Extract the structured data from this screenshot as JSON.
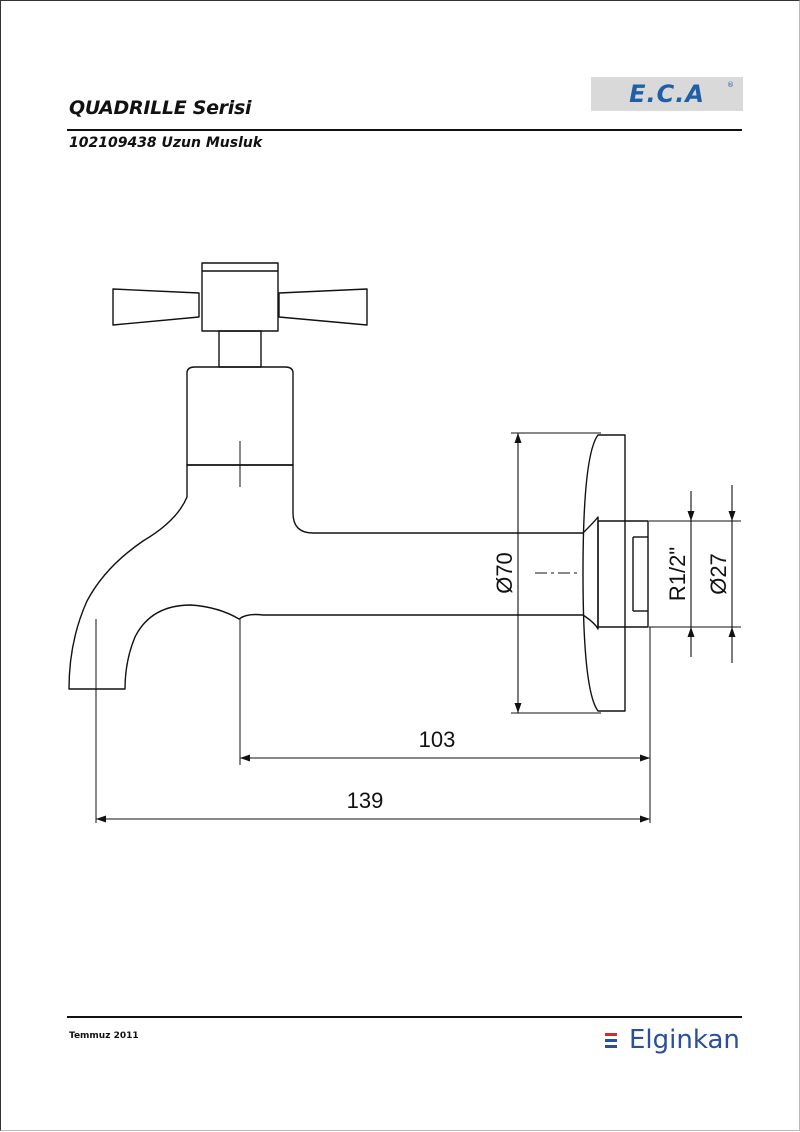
{
  "header": {
    "series": "QUADRILLE Serisi",
    "product": "102109438 Uzun Musluk",
    "brand_logo": "E.C.A",
    "brand_reg": "®",
    "brand_color": "#1f5fa8"
  },
  "drawing": {
    "dim_flange": "Ø70",
    "dim_thread": "R1/2\"",
    "dim_pipe": "Ø27",
    "dim_length_short": "103",
    "dim_length_total": "139"
  },
  "footer": {
    "date": "Temmuz 2011",
    "company": "Elginkan",
    "company_color": "#2a4f9c",
    "mark_colors": [
      "#d62b2b",
      "#2a4f9c",
      "#2a4f9c"
    ]
  }
}
